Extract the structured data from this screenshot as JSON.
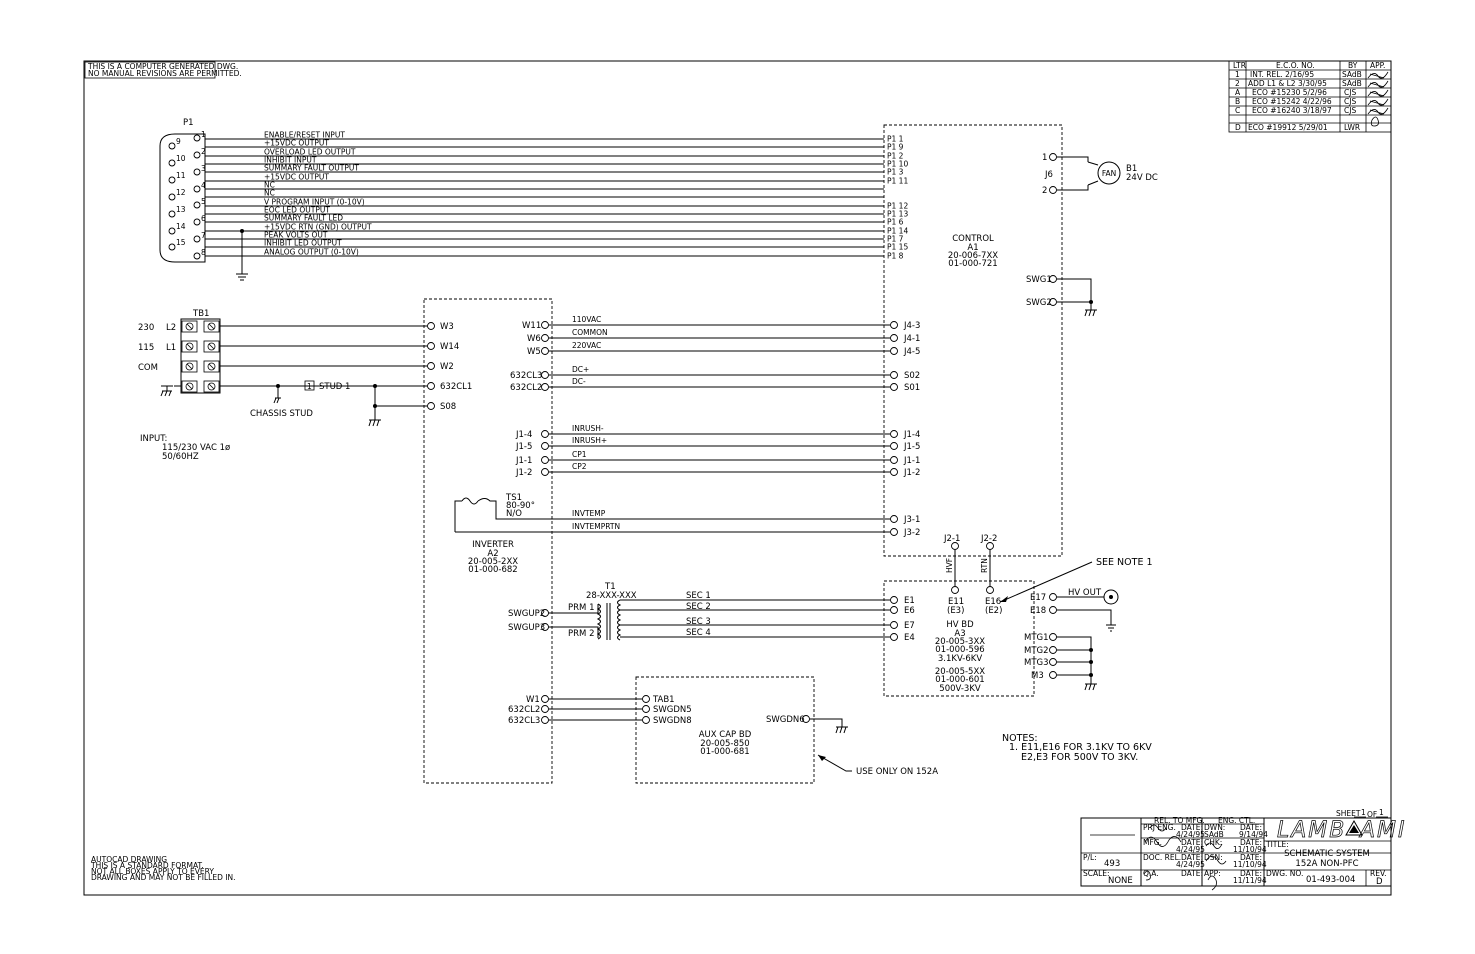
{
  "notes_top": [
    "THIS IS A COMPUTER GENERATED DWG.",
    "NO MANUAL REVISIONS ARE PERMITTED."
  ],
  "revision_table": {
    "headers": [
      "LTR",
      "E.C.O. NO.",
      "BY",
      "APP."
    ],
    "rows": [
      [
        "1",
        "INT. REL.    2/16/95",
        "SAdB"
      ],
      [
        "2",
        "ADD L1 & L2  3/30/95",
        "SAdB"
      ],
      [
        "A",
        "ECO #15230   5/2/96",
        "CJS"
      ],
      [
        "B",
        "ECO #15242  4/22/96",
        "CJS"
      ],
      [
        "C",
        "ECO #16240  3/18/97",
        "CJS"
      ],
      [
        "D",
        "ECO #19912  5/29/01",
        "LWR"
      ]
    ]
  },
  "connector_p1": {
    "name": "P1",
    "signals": [
      "ENABLE/RESET    INPUT",
      "+15VDC OUTPUT",
      "OVERLOAD LED        OUTPUT",
      "INHIBIT INPUT",
      "SUMMARY FAULT    OUTPUT",
      "+15VDC OUTPUT",
      "NC",
      "NC",
      "V PROGRAM INPUT (0-10V)",
      "EOC LED              OUTPUT",
      "SUMMARY FAULT   LED",
      "+15VDC RTN (GND) OUTPUT",
      "PEAK VOLTS OUT",
      "INHIBIT LED           OUTPUT",
      "ANALOG OUTPUT (0-10V)"
    ],
    "pins_right": [
      "1",
      "2",
      "3",
      "4",
      "5",
      "6",
      "7",
      "8"
    ],
    "pins_left": [
      "9",
      "10",
      "11",
      "12",
      "13",
      "14",
      "15"
    ],
    "control_pins": [
      "P1  1",
      "P1  9",
      "P1  2",
      "P1  10",
      "P1  3",
      "P1  11",
      "P1  12",
      "P1  13",
      "P1  6",
      "P1  14",
      "P1  7",
      "P1  15",
      "P1  8"
    ]
  },
  "control": {
    "name": "CONTROL",
    "ref": "A1",
    "pn1": "20-006-7XX",
    "pn2": "01-000-721"
  },
  "fan": {
    "label": "FAN",
    "ref": "B1",
    "voltage": "24V DC",
    "connector": "J6",
    "pin1": "1",
    "pin2": "2"
  },
  "swg": [
    "SWG1",
    "SWG2"
  ],
  "tb1": {
    "name": "TB1",
    "rows": [
      {
        "volt": "230",
        "line": "L2"
      },
      {
        "volt": "115",
        "line": "L1"
      },
      {
        "volt": "COM",
        "line": ""
      }
    ],
    "stud_num": "1",
    "stud": "STUD 1",
    "chassis": "CHASSIS STUD"
  },
  "input_spec": [
    "INPUT:",
    "115/230 VAC 1ø",
    "50/60HZ"
  ],
  "inverter": {
    "name": "INVERTER",
    "ref": "A2",
    "pn1": "20-005-2XX",
    "pn2": "01-000-682",
    "left_pins": [
      "W3",
      "W14",
      "W2",
      "632CL1",
      "S08"
    ],
    "right_pins": [
      "W11",
      "W6",
      "W5",
      "632CL3",
      "632CL2",
      "J1-4",
      "J1-5",
      "J1-1",
      "J1-2"
    ],
    "swgup": [
      "SWGUP2",
      "SWGUP3"
    ],
    "bottom_pins": [
      "W1",
      "632CL2",
      "632CL3"
    ]
  },
  "wires_mid": [
    "110VAC",
    "COMMON",
    "220VAC",
    "DC+",
    "DC-",
    "INRUSH-",
    "INRUSH+",
    "CP1",
    "CP2",
    "INVTEMP",
    "INVTEMPRTN"
  ],
  "control_left_pins": [
    "J4-3",
    "J4-1",
    "J4-5",
    "S02",
    "S01",
    "J1-4",
    "J1-5",
    "J1-1",
    "J1-2",
    "J3-1",
    "J3-2"
  ],
  "ts1": {
    "ref": "TS1",
    "temp": "80-90°",
    "type": "N/O"
  },
  "j2": {
    "pins": [
      "J2-1",
      "J2-2"
    ],
    "wires": [
      "HVF",
      "RTN"
    ]
  },
  "see_note": "SEE NOTE 1",
  "transformer": {
    "ref": "T1",
    "pn": "28-XXX-XXX",
    "prm": [
      "PRM 1",
      "PRM 2"
    ],
    "sec": [
      "SEC 1",
      "SEC 2",
      "SEC 3",
      "SEC 4"
    ]
  },
  "hv_bd": {
    "pins_left": [
      "E1",
      "E6",
      "E7",
      "E4"
    ],
    "e11": "E11",
    "e3": "(E3)",
    "e16": "E16",
    "e2": "(E2)",
    "name": "HV BD",
    "ref": "A3",
    "pn1": "20-005-3XX",
    "pn2": "01-000-596",
    "range1": "3.1KV-6KV",
    "pn3": "20-005-5XX",
    "pn4": "01-000-601",
    "range2": "500V-3KV",
    "right_pins": [
      "E17",
      "E18"
    ],
    "hv_out": "HV OUT",
    "mtg": [
      "MTG1",
      "MTG2",
      "MTG3",
      "M3"
    ]
  },
  "aux_cap": {
    "pins": [
      "TAB1",
      "SWGDN5",
      "SWGDN8"
    ],
    "swgdn6": "SWGDN6",
    "name": "AUX CAP BD",
    "pn1": "20-005-850",
    "pn2": "01-000-681"
  },
  "use_only": "USE ONLY ON 152A",
  "notes": [
    "NOTES:",
    "1. E11,E16 FOR 3.1KV TO 6KV",
    "E2,E3 FOR 500V TO 3KV."
  ],
  "autocad_note": [
    "AUTOCAD DRAWING",
    "THIS IS A STANDARD FORMAT.",
    "NOT ALL BOXES APPLY TO EVERY",
    "DRAWING AND MAY NOT BE FILLED IN."
  ],
  "title_block": {
    "sheet": "SHEET",
    "sheet_num": "1",
    "of": "OF",
    "sheet_total": "1",
    "rel_to_mfg": "REL. TO MFG.",
    "eng_ctl": "ENG. CTL.",
    "prj_eng": "PRJ ENG.",
    "date": "DATE:",
    "date_prj": "4/24/95",
    "dwn": "DWN:",
    "dwn_by": "SAdB",
    "dwn_date": "9/14/94",
    "mfg": "MFG.",
    "mfg_date": "4/24/95",
    "chk": "CHK:",
    "chk_date": "11/10/94",
    "doc_rel": "DOC. REL.",
    "doc_rel_date": "4/24/95",
    "dsn": "DSN:",
    "dsn_date": "11/10/94",
    "qa": "Q.A.",
    "app": "APP:",
    "app_date": "11/11/94",
    "pl": "P/L:",
    "pl_val": "493",
    "scale": "SCALE:",
    "scale_val": "NONE",
    "title": "TITLE:",
    "title1": "SCHEMATIC SYSTEM",
    "title2": "152A NON-PFC",
    "dwg_no": "DWG. NO.",
    "dwg_val": "01-493-004",
    "rev": "REV.",
    "rev_val": "D",
    "logo_left": "LAMB",
    "logo_right": "AMI"
  }
}
